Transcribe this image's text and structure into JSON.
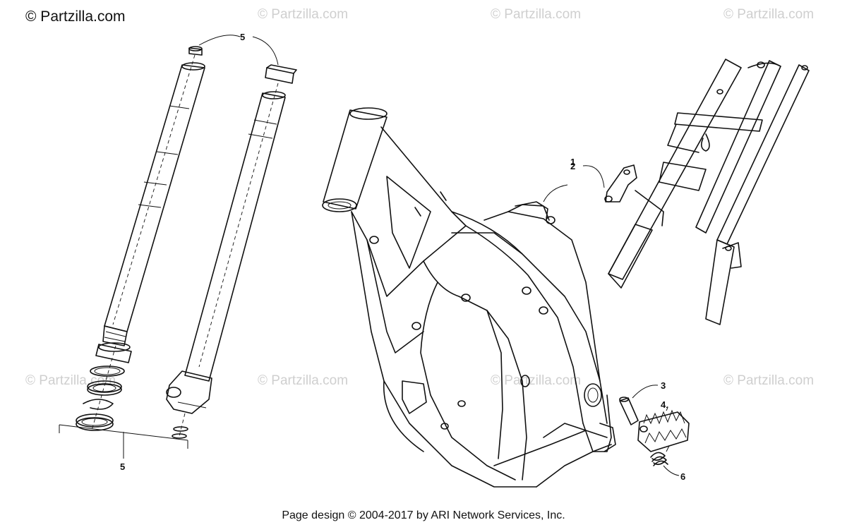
{
  "watermark": {
    "main": "© Partzilla.com",
    "faint": "© Partzilla.com"
  },
  "callouts": {
    "fork_tops": "5",
    "headset": "5",
    "frame": "1",
    "bracket": "2",
    "pin": "3",
    "footpeg": "4",
    "spring": "6"
  },
  "footer": {
    "text": "Page design © 2004-2017 by ARI Network Services, Inc."
  }
}
